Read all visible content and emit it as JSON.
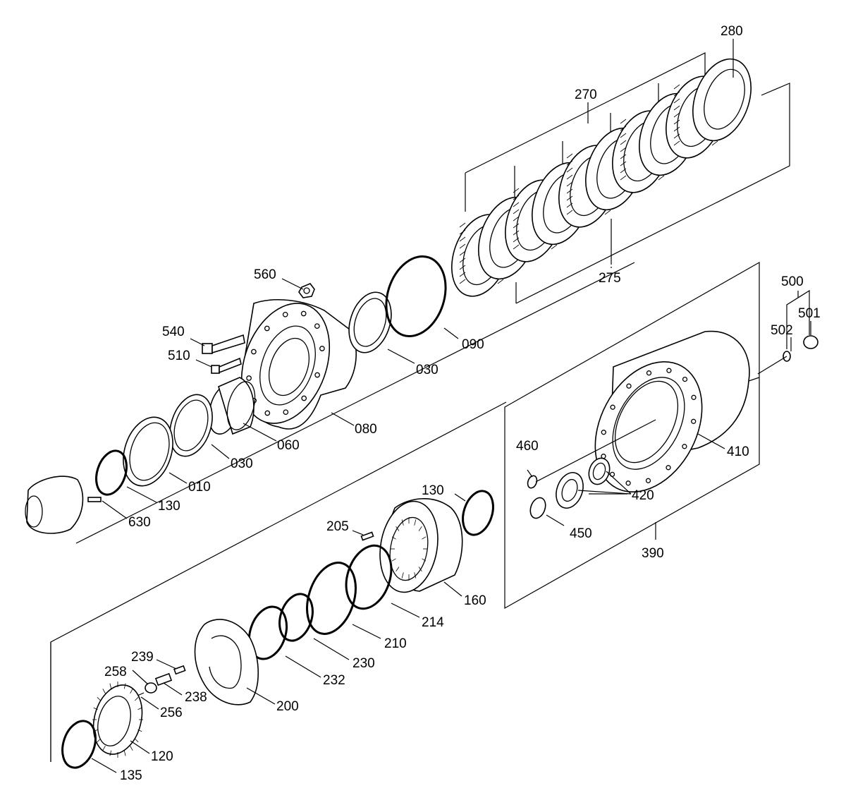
{
  "labels": {
    "p280": "280",
    "p270": "270",
    "p275": "275",
    "p560": "560",
    "p540": "540",
    "p510": "510",
    "p090": "090",
    "p030a": "030",
    "p080": "080",
    "p060": "060",
    "p030b": "030",
    "p010": "010",
    "p130a": "130",
    "p630": "630",
    "p500": "500",
    "p501": "501",
    "p502": "502",
    "p410": "410",
    "p460": "460",
    "p420": "420",
    "p450": "450",
    "p390": "390",
    "p130b": "130",
    "p205": "205",
    "p160": "160",
    "p214": "214",
    "p210": "210",
    "p230": "230",
    "p232": "232",
    "p200": "200",
    "p239": "239",
    "p258": "258",
    "p238": "238",
    "p256": "256",
    "p120": "120",
    "p135": "135"
  }
}
